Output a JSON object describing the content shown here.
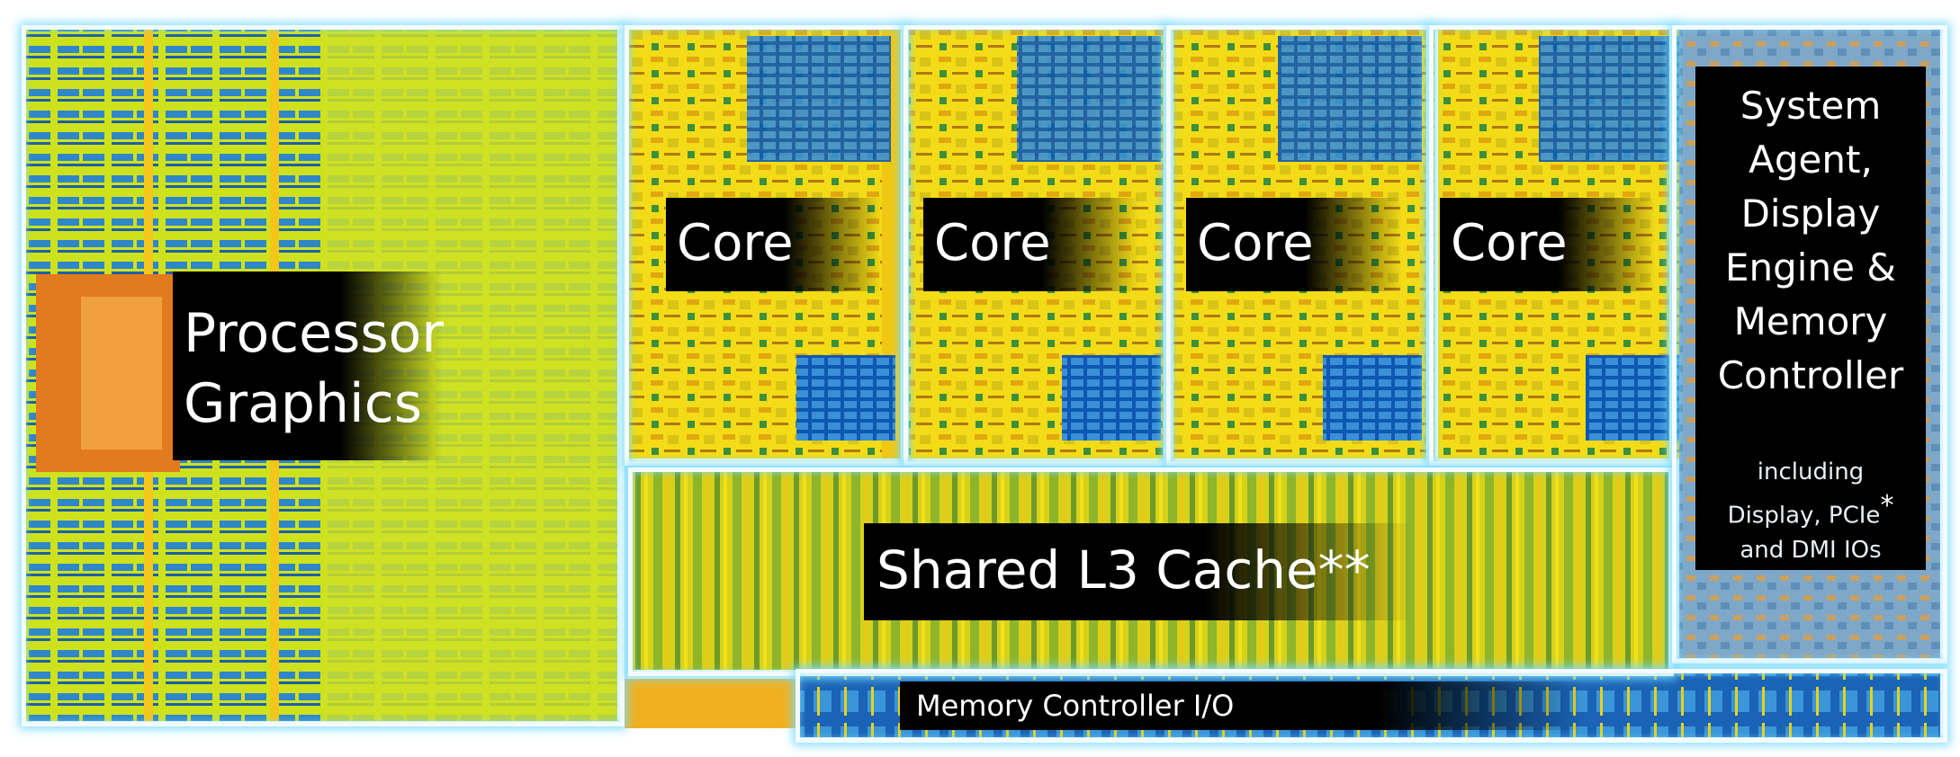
{
  "diagram": {
    "regions": {
      "processor_graphics": {
        "label_line1": "Processor",
        "label_line2": "Graphics"
      },
      "cores": [
        {
          "label": "Core"
        },
        {
          "label": "Core"
        },
        {
          "label": "Core"
        },
        {
          "label": "Core"
        }
      ],
      "l3_cache": {
        "label": "Shared L3 Cache**"
      },
      "system_agent": {
        "label_lines": [
          "System",
          "Agent,",
          "Display",
          "Engine &",
          "Memory",
          "Controller"
        ],
        "note_line1": "including",
        "note_line2": "Display, PCIe",
        "note_star": "*",
        "note_line3": "and DMI IOs"
      },
      "memory_io": {
        "label": "Memory Controller I/O"
      }
    },
    "colors": {
      "die_blue": "#0f4fae",
      "logic_yellow": "#f2e21a",
      "cache_green": "#8fb52a",
      "highlight_border": "#f4fbff",
      "label_bg": "#000000"
    }
  }
}
